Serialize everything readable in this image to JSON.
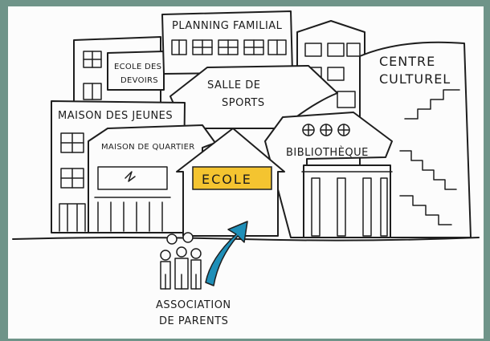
{
  "buildings": {
    "planning_familial": "PLANNING FAMILIAL",
    "ecole_des_devoirs_line1": "ECOLE DES",
    "ecole_des_devoirs_line2": "DEVOIRS",
    "salle_de_sports_line1": "SALLE DE",
    "salle_de_sports_line2": "SPORTS",
    "centre_culturel_line1": "CENTRE",
    "centre_culturel_line2": "CULTUREL",
    "maison_des_jeunes": "MAISON DES JEUNES",
    "maison_de_quartier": "MAISON DE QUARTIER",
    "bibliotheque": "BIBLIOTHÈQUE",
    "ecole": "ECOLE"
  },
  "group": {
    "label_line1": "ASSOCIATION",
    "label_line2": "DE PARENTS"
  },
  "colors": {
    "ecole_sign": "#f4c430",
    "arrow": "#1f8fb8",
    "frame": "#6f9489",
    "ink": "#1e1e1e"
  },
  "icons": {
    "arrow": "arrow-up-right-icon",
    "people": "people-group-icon"
  }
}
